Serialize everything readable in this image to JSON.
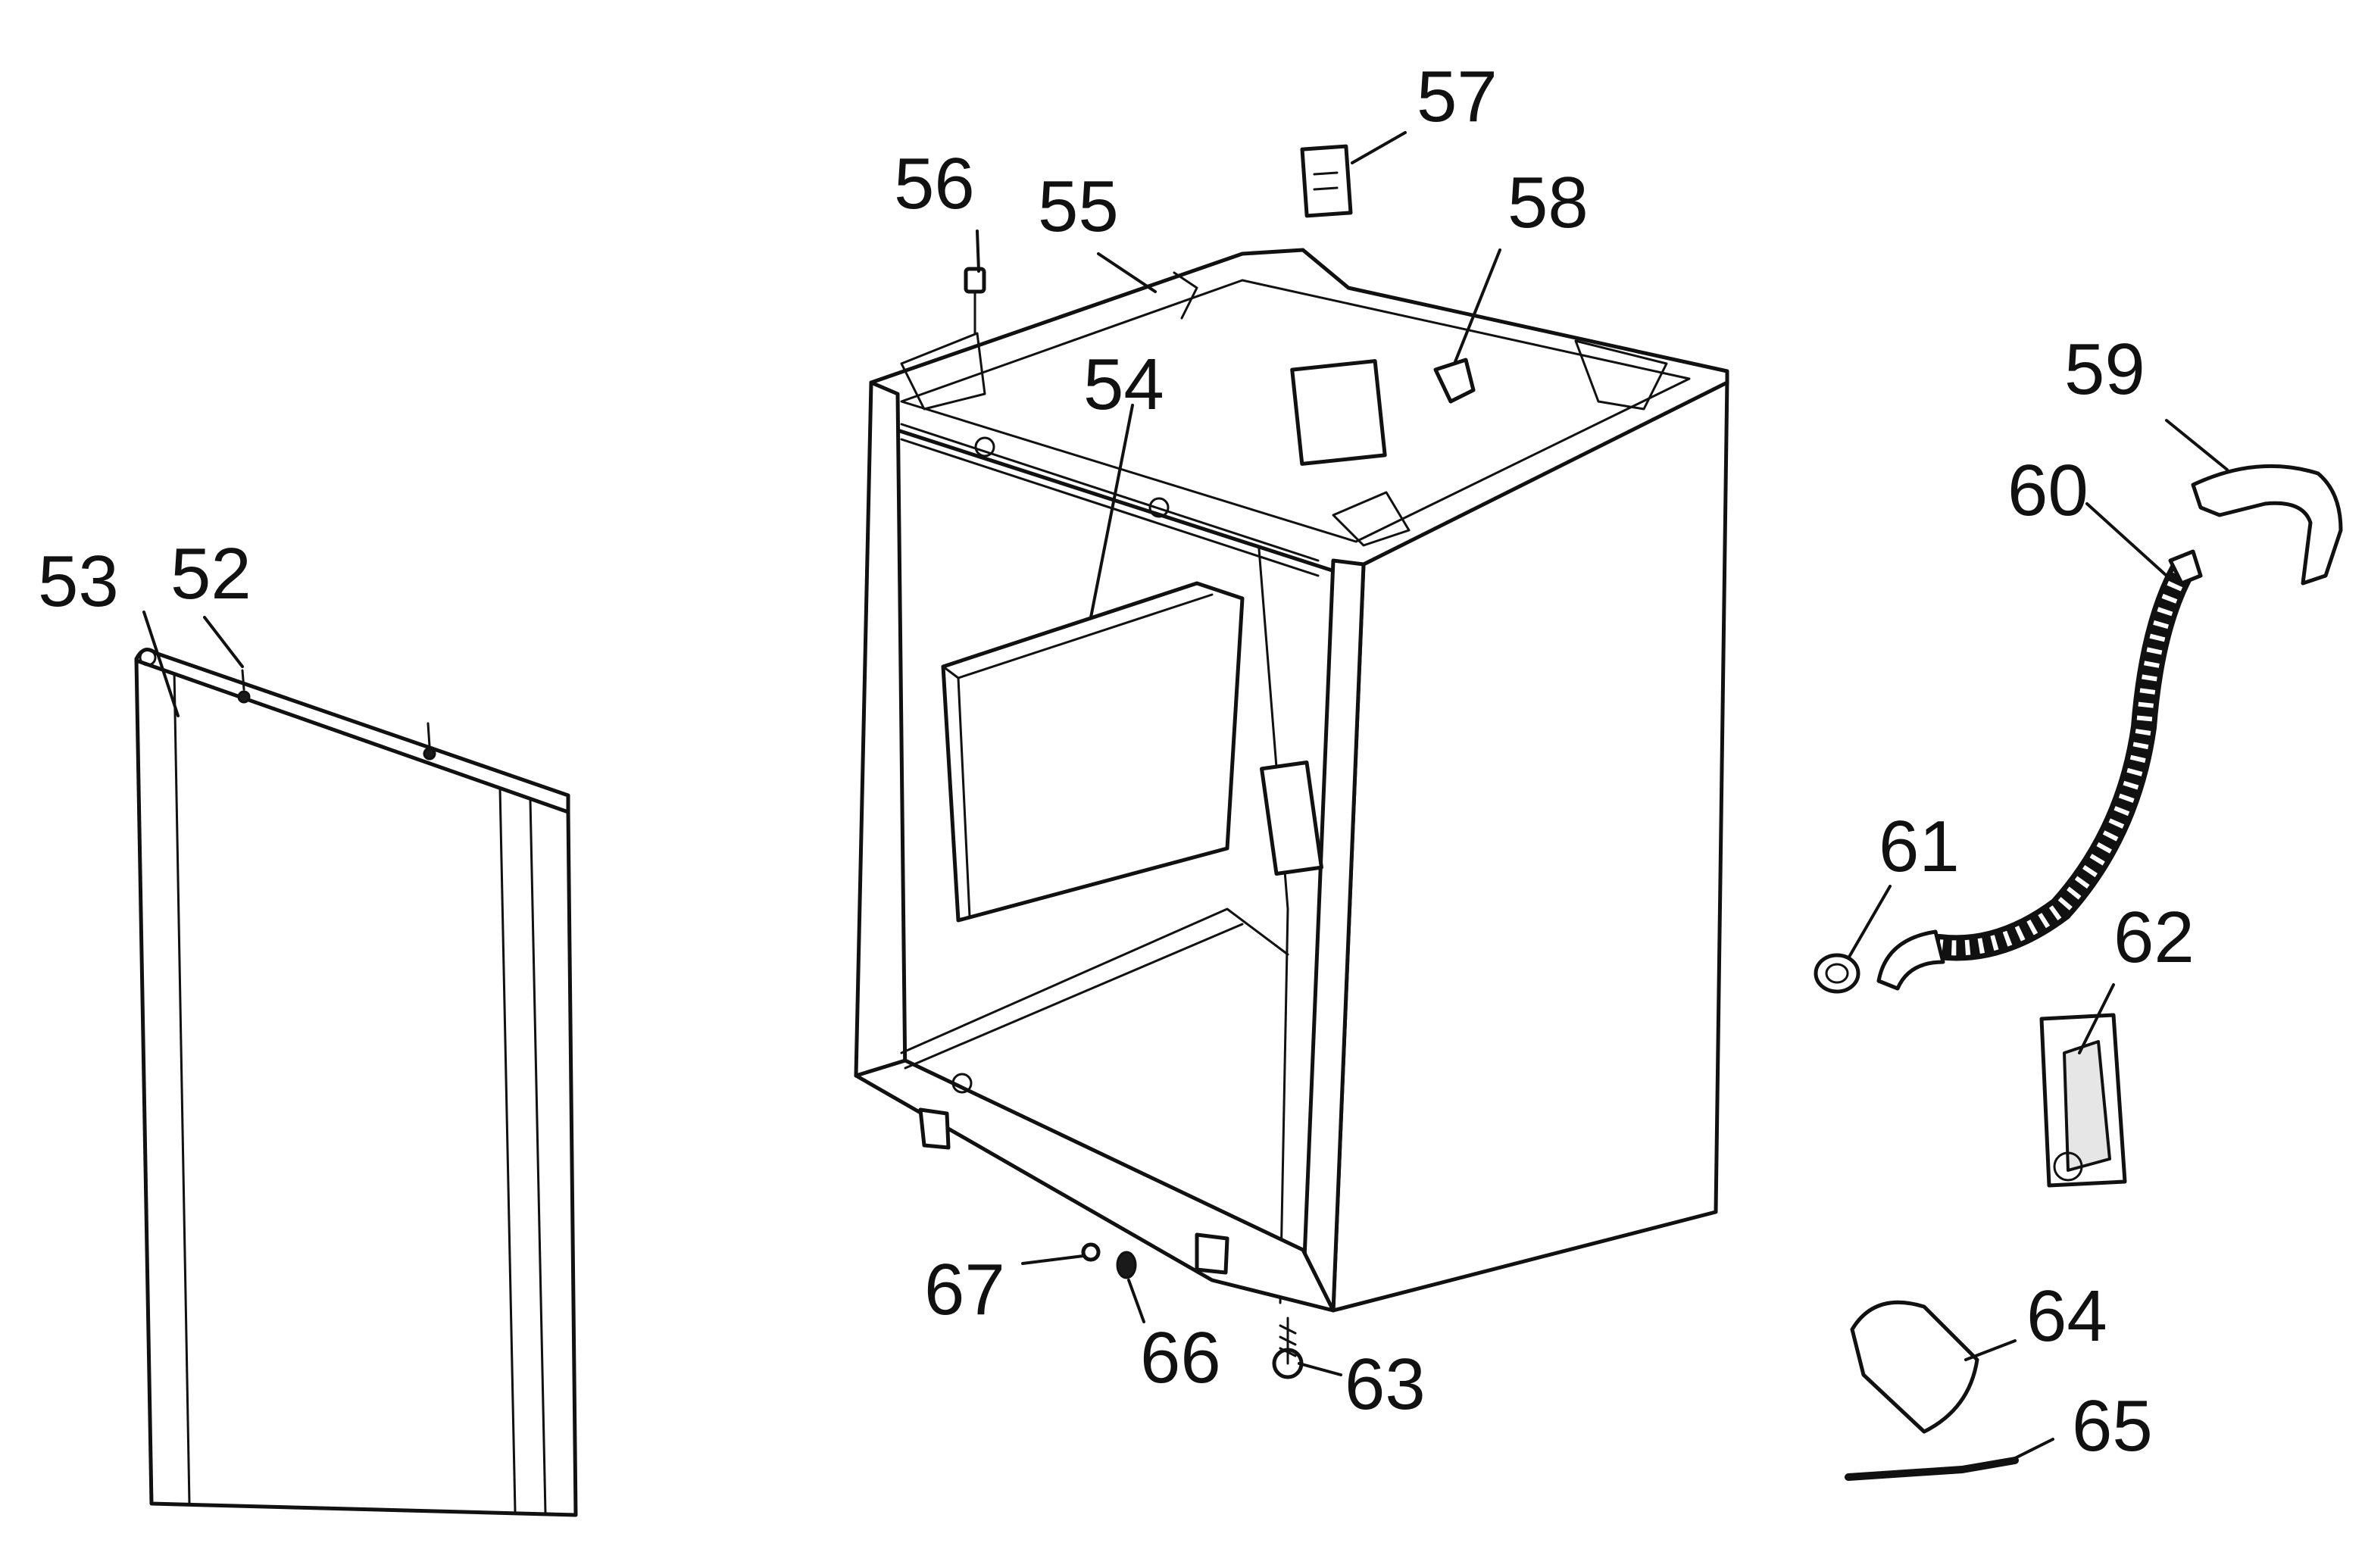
{
  "callouts": {
    "c52": "52",
    "c53": "53",
    "c54": "54",
    "c55": "55",
    "c56": "56",
    "c57": "57",
    "c58": "58",
    "c59": "59",
    "c60": "60",
    "c61": "61",
    "c62": "62",
    "c63": "63",
    "c64": "64",
    "c65": "65",
    "c66": "66",
    "c67": "67"
  }
}
